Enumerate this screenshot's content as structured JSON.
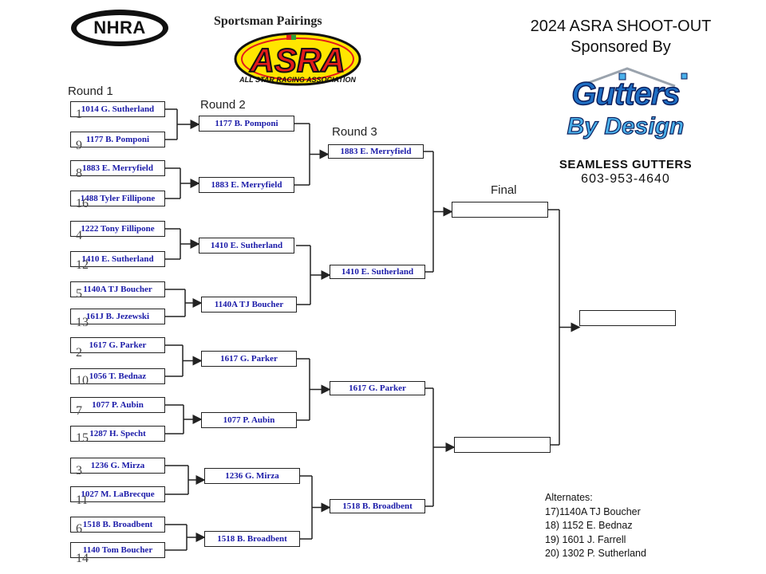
{
  "header": {
    "nhra_logo_text": "NHRA",
    "pairings_title": "Sportsman Pairings",
    "asra_logo_text": "ASRA",
    "asra_tagline": "ALL STAR RACING ASSOCIATION",
    "event_title_line1": "2024 ASRA SHOOT-OUT",
    "event_title_line2": "Sponsored By"
  },
  "sponsor": {
    "name_line1": "Gutters",
    "name_line2": "By Design",
    "tagline": "SEAMLESS GUTTERS",
    "phone": "603-953-4640",
    "colors": {
      "primary": "#1f6fc4",
      "secondary": "#4ab0ea",
      "outline": "#0a1e5c"
    }
  },
  "rounds": {
    "round1_label": "Round 1",
    "round2_label": "Round 2",
    "round3_label": "Round 3",
    "final_label": "Final"
  },
  "round1": [
    {
      "name": "1014 G. Sutherland",
      "seed": "1"
    },
    {
      "name": "1177 B. Pomponi",
      "seed": "9"
    },
    {
      "name": "1883 E. Merryfield",
      "seed": "8"
    },
    {
      "name": "1488 Tyler Fillipone",
      "seed": "16"
    },
    {
      "name": "1222 Tony  Fillipone",
      "seed": "4"
    },
    {
      "name": "1410 E. Sutherland",
      "seed": "12"
    },
    {
      "name": "1140A TJ Boucher",
      "seed": "5"
    },
    {
      "name": "161J B. Jezewski",
      "seed": "13"
    },
    {
      "name": "1617 G. Parker",
      "seed": "2"
    },
    {
      "name": "1056 T. Bednaz",
      "seed": "10"
    },
    {
      "name": "1077 P. Aubin",
      "seed": "7"
    },
    {
      "name": "1287 H. Specht",
      "seed": "15"
    },
    {
      "name": "1236 G. Mirza",
      "seed": "3"
    },
    {
      "name": "1027 M. LaBrecque",
      "seed": "11"
    },
    {
      "name": "1518 B. Broadbent",
      "seed": "6"
    },
    {
      "name": "1140 Tom Boucher",
      "seed": "14"
    }
  ],
  "round2": [
    "1177 B. Pomponi",
    "1883 E. Merryfield",
    "1410 E. Sutherland",
    "1140A TJ Boucher",
    "1617 G. Parker",
    "1077 P. Aubin",
    "1236 G. Mirza",
    "1518 B. Broadbent"
  ],
  "round3": [
    "1883 E. Merryfield",
    "1410 E. Sutherland",
    "1617 G. Parker",
    "1518 B. Broadbent"
  ],
  "final": [
    "",
    ""
  ],
  "champion": "",
  "alternates": {
    "title": "Alternates:",
    "items": [
      "17)1140A  TJ Boucher",
      "18) 1152  E. Bednaz",
      "19) 1601  J. Farrell",
      "20) 1302  P. Sutherland"
    ]
  }
}
